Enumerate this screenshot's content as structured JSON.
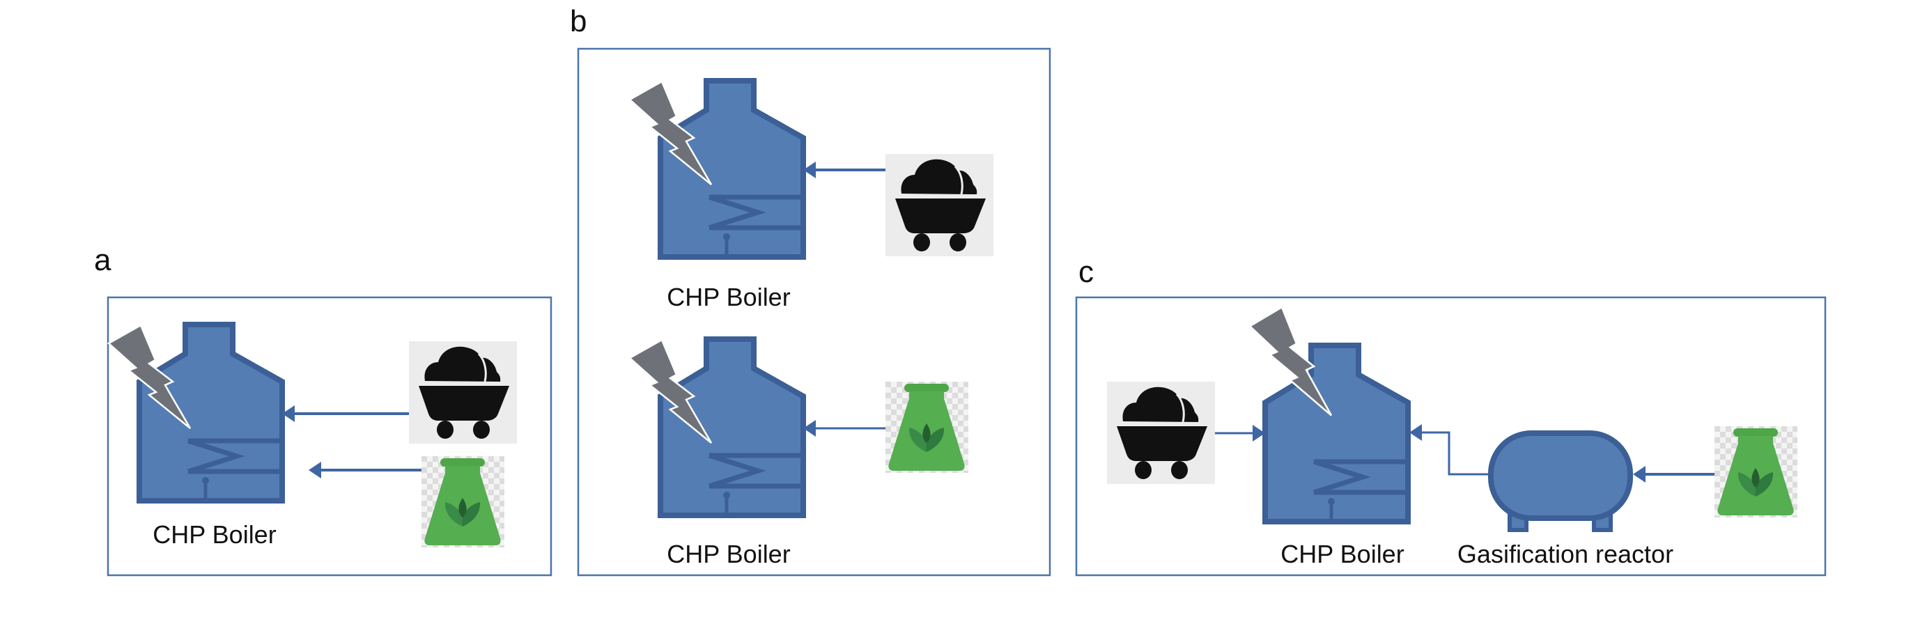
{
  "figure": {
    "panels": [
      {
        "id": "a",
        "letter": "a",
        "description": "Co-firing: coal and biomass fed directly into the CHP boiler",
        "units": [
          {
            "label": "CHP Boiler",
            "type": "boiler"
          }
        ],
        "fuels": [
          "coal",
          "biomass"
        ]
      },
      {
        "id": "b",
        "letter": "b",
        "description": "Parallel firing: separate CHP boilers for coal and biomass",
        "units": [
          {
            "label": "CHP Boiler",
            "type": "boiler",
            "fuel": "coal"
          },
          {
            "label": "CHP Boiler",
            "type": "boiler",
            "fuel": "biomass"
          }
        ]
      },
      {
        "id": "c",
        "letter": "c",
        "description": "Indirect co-firing: biomass gasified before feeding the CHP boiler",
        "units": [
          {
            "label": "CHP Boiler",
            "type": "boiler"
          },
          {
            "label": "Gasification reactor",
            "type": "reactor"
          }
        ],
        "fuels": [
          "coal",
          "biomass"
        ]
      }
    ],
    "icons": {
      "boiler": "chp-boiler-icon",
      "electricity": "lightning-bolt-icon",
      "coal": "coal-cart-icon",
      "biomass": "biomass-flask-icon",
      "reactor": "gasification-reactor-icon"
    },
    "colors": {
      "equipment_fill": "#547db4",
      "equipment_stroke": "#3b5f96",
      "frame": "#4a74ad",
      "flow_arrow": "#3f66a3",
      "lightning": "#6e7278",
      "coal": "#111111",
      "biomass": "#55ae4f"
    }
  }
}
